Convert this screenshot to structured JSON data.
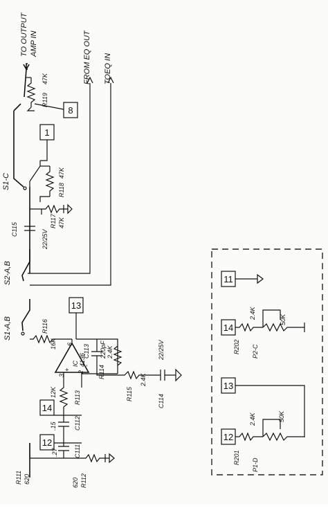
{
  "labels": {
    "to_output_amp_in_1": "TO OUTPUT",
    "to_output_amp_in_2": "AMP IN",
    "from_eq_out": "FROM EQ OUT",
    "to_eq_in": "TOEQ IN",
    "r119": "R119",
    "r119_val": "47K",
    "r118": "R118",
    "r118_val": "47K",
    "r117": "R117",
    "r117_val": "47K",
    "s1c": "S1-C",
    "s2ab": "S2-A,B",
    "s1ab": "S1-A,B",
    "c115": "C115",
    "c115_val": "22/25V",
    "r116": "R116",
    "r116_val": "16K",
    "c113": "C113",
    "c113_val": "220pF",
    "r114": "R114",
    "r114_val": "2.4K",
    "ic": "IC",
    "ic_sub": "4136",
    "r115": "R115",
    "r115_val": "2.4K",
    "c114": "C114",
    "c114_val": "22/25V",
    "r113": "R113",
    "r113_val": "12K",
    "c112": "C112",
    "c112_val": ".15",
    "c111": "C111",
    "c111_val": ".27",
    "r111": "R111",
    "r111_val": "620",
    "r112": "R112",
    "r112_val": "620",
    "r202": "R202",
    "r202_val": "2.4K",
    "p2c": "P2-C",
    "p2c_val": "50K",
    "r201": "R201",
    "r201_val": "2.4K",
    "p1d": "P1-D",
    "p1d_val": "50K",
    "pin_plus": "+",
    "pin_minus": "-",
    "pin3": "3",
    "pin2": "2",
    "pin6": "6"
  },
  "boxes": {
    "b8": "8",
    "b1": "1",
    "b13": "13",
    "b14": "14",
    "b12": "12",
    "b11": "11",
    "b14r": "14",
    "b13r": "13",
    "b12r": "12"
  }
}
